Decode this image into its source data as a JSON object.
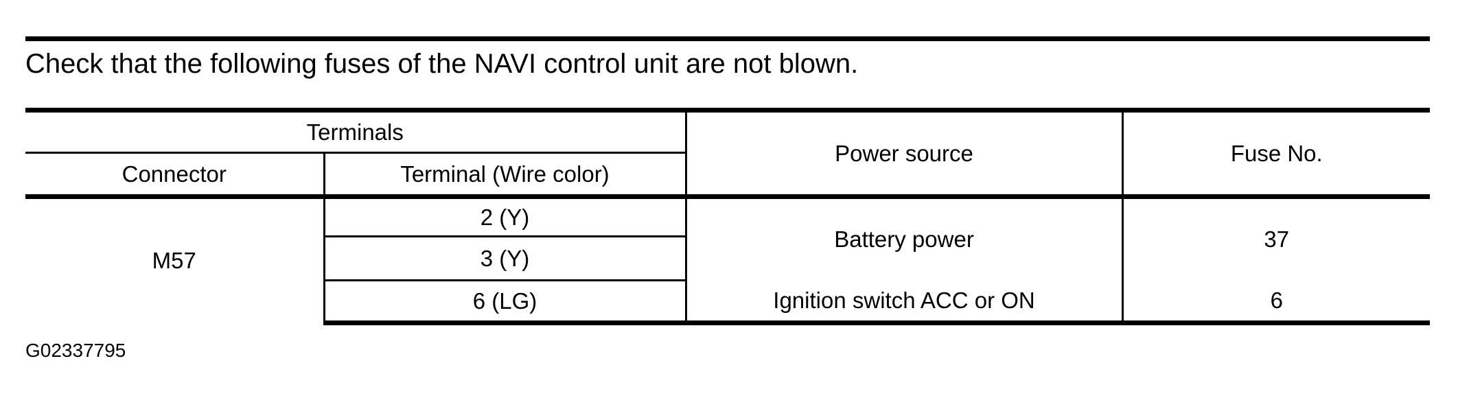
{
  "document": {
    "heading": "Check that the following fuses of the NAVI control unit are not blown.",
    "caption_id": "G02337795",
    "ink_color": "#000000",
    "background_color": "#ffffff"
  },
  "table": {
    "group_header": "Terminals",
    "columns": [
      {
        "key": "connector",
        "label": "Connector"
      },
      {
        "key": "terminal",
        "label": "Terminal (Wire color)"
      },
      {
        "key": "power_source",
        "label": "Power source"
      },
      {
        "key": "fuse_no",
        "label": "Fuse No."
      }
    ],
    "rows": [
      {
        "connector": "M57",
        "terminal": "2 (Y)",
        "power_source": "Battery power",
        "fuse_no": "37"
      },
      {
        "connector": "",
        "terminal": "3 (Y)",
        "power_source": "",
        "fuse_no": ""
      },
      {
        "connector": "",
        "terminal": "6 (LG)",
        "power_source": "Ignition switch ACC or ON",
        "fuse_no": "6"
      }
    ]
  }
}
